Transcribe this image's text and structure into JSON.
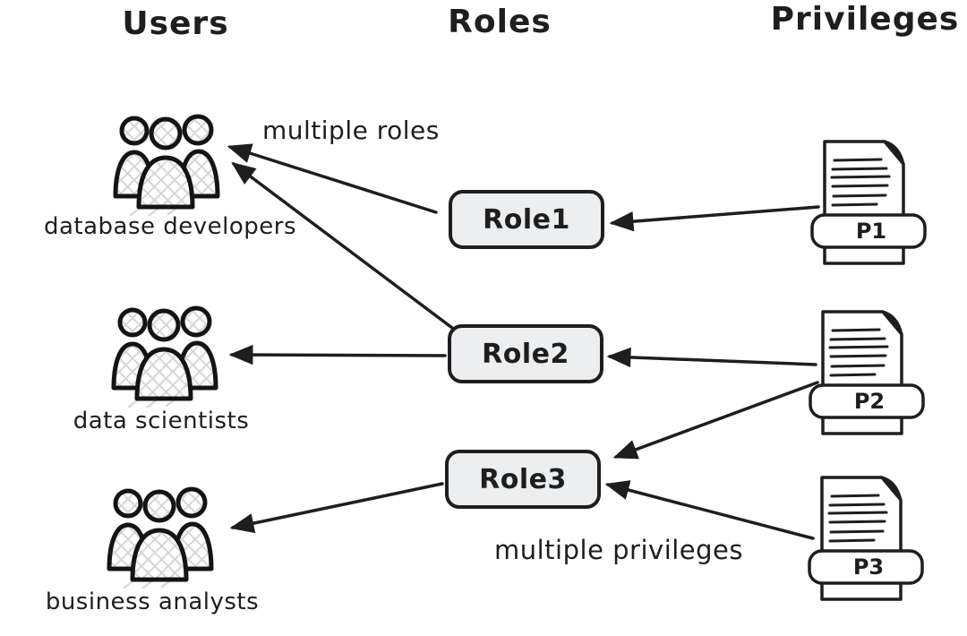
{
  "columns": [
    {
      "label": "Users"
    },
    {
      "label": "Roles"
    },
    {
      "label": "Privileges"
    }
  ],
  "users": [
    {
      "label": "database developers",
      "icon": "users-group-icon"
    },
    {
      "label": "data scientists",
      "icon": "users-group-icon"
    },
    {
      "label": "business analysts",
      "icon": "users-group-icon"
    }
  ],
  "roles": [
    {
      "label": "Role1"
    },
    {
      "label": "Role2"
    },
    {
      "label": "Role3"
    }
  ],
  "privileges": [
    {
      "label": "P1",
      "icon": "privilege-document-icon"
    },
    {
      "label": "P2",
      "icon": "privilege-document-icon"
    },
    {
      "label": "P3",
      "icon": "privilege-document-icon"
    }
  ],
  "annotations": [
    {
      "text": "multiple roles"
    },
    {
      "text": "multiple privileges"
    }
  ],
  "edges": [
    {
      "from": "Role1",
      "to": "database developers"
    },
    {
      "from": "Role2",
      "to": "database developers"
    },
    {
      "from": "Role2",
      "to": "data scientists"
    },
    {
      "from": "Role3",
      "to": "business analysts"
    },
    {
      "from": "P1",
      "to": "Role1"
    },
    {
      "from": "P2",
      "to": "Role2"
    },
    {
      "from": "P2",
      "to": "Role3"
    },
    {
      "from": "P3",
      "to": "Role3"
    }
  ],
  "colors": {
    "stroke": "#1e1e1e",
    "role_fill": "#eceef0",
    "hatch": "#d6d6d6",
    "background": "#ffffff"
  }
}
